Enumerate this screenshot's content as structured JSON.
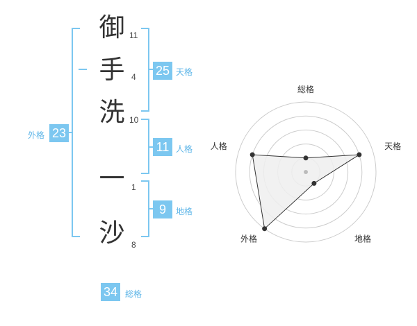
{
  "name_chars": [
    {
      "char": "御",
      "strokes": "11"
    },
    {
      "char": "手",
      "strokes": "4"
    },
    {
      "char": "洗",
      "strokes": "10"
    },
    {
      "char": "一",
      "strokes": "1"
    },
    {
      "char": "沙",
      "strokes": "8"
    }
  ],
  "kakusu": {
    "tenkaku": {
      "value": "25",
      "label": "天格"
    },
    "jinkaku": {
      "value": "11",
      "label": "人格"
    },
    "chikaku": {
      "value": "9",
      "label": "地格"
    },
    "gaikaku": {
      "value": "23",
      "label": "外格"
    },
    "soukaku": {
      "value": "34",
      "label": "総格"
    }
  },
  "chart_data": {
    "type": "radar",
    "axes": [
      "総格",
      "天格",
      "地格",
      "外格",
      "人格"
    ],
    "values": [
      1,
      4,
      1,
      5,
      4
    ],
    "max": 5,
    "rings": 5,
    "colors": {
      "fill": "#eeeeee",
      "stroke": "#333333",
      "grid": "#cccccc"
    }
  },
  "colors": {
    "accent": "#7cc7f0",
    "label": "#5fb6e8"
  }
}
